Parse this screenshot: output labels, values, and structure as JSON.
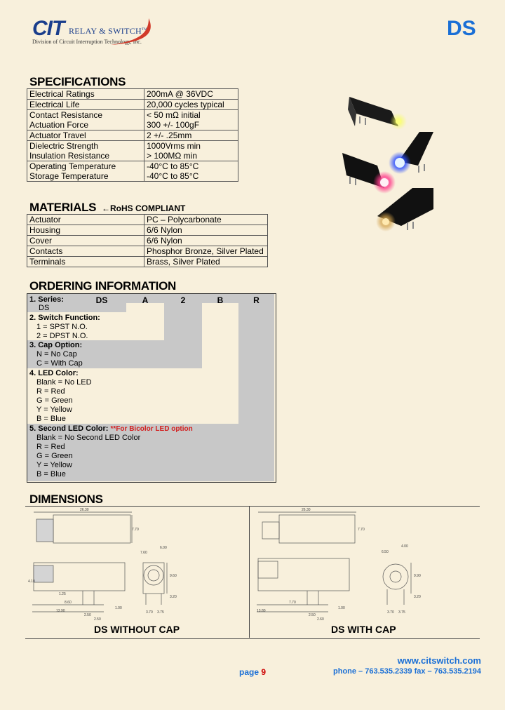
{
  "header": {
    "logo_cit": "CIT",
    "logo_rs": "RELAY & SWITCH",
    "logo_tm": "TM",
    "logo_division": "Division of Circuit Interruption Technology, Inc.",
    "series": "DS"
  },
  "specifications": {
    "title": "SPECIFICATIONS",
    "rows": [
      [
        "Electrical Ratings",
        "200mA @ 36VDC"
      ],
      [
        "Electrical Life",
        "20,000 cycles typical"
      ],
      [
        "Contact Resistance\nActuation Force",
        "< 50 mΩ initial\n300 +/- 100gF"
      ],
      [
        "Actuator Travel",
        "2 +/- .25mm"
      ],
      [
        "Dielectric Strength\nInsulation Resistance",
        "1000Vrms min\n> 100MΩ min"
      ],
      [
        "Operating Temperature\nStorage Temperature",
        "-40°C  to  85°C\n-40°C  to  85°C"
      ]
    ]
  },
  "materials": {
    "title": "MATERIALS",
    "subtitle": "←RoHS COMPLIANT",
    "rows": [
      [
        "Actuator",
        "PC – Polycarbonate"
      ],
      [
        "Housing",
        "6/6 Nylon"
      ],
      [
        "Cover",
        "6/6 Nylon"
      ],
      [
        "Contacts",
        "Phosphor Bronze, Silver Plated"
      ],
      [
        "Terminals",
        "Brass, Silver Plated"
      ]
    ]
  },
  "ordering": {
    "title": "ORDERING INFORMATION",
    "columns": [
      "DS",
      "A",
      "2",
      "B",
      "R"
    ],
    "s1_label": "1. Series:",
    "s1_value": "DS",
    "s2_label": "2. Switch Function:",
    "s2_opt1": "1 = SPST N.O.",
    "s2_opt2": "2 = DPST N.O.",
    "s3_label": "3. Cap Option:",
    "s3_opt1": "N = No Cap",
    "s3_opt2": "C = With Cap",
    "s4_label": "4. LED Color:",
    "s4_opt1": "Blank = No LED",
    "s4_opt2": "R = Red",
    "s4_opt3": "G = Green",
    "s4_opt4": "Y = Yellow",
    "s4_opt5": "B = Blue",
    "s5_label": "5. Second LED Color:",
    "s5_note": "**For Bicolor LED option",
    "s5_opt1": "Blank = No Second LED Color",
    "s5_opt2": "R = Red",
    "s5_opt3": "G = Green",
    "s5_opt4": "Y = Yellow",
    "s5_opt5": "B = Blue"
  },
  "dimensions": {
    "title": "DIMENSIONS",
    "left_caption": "DS WITHOUT CAP",
    "right_caption": "DS WITH CAP",
    "left_labels": {
      "width": "26.30",
      "height": "7.70",
      "d1": "7.60",
      "d2": "6.00",
      "side": "4.10",
      "d3": "1.25",
      "d4": "8.60",
      "d5": "13.90",
      "d6": "2.50",
      "d7": "2.50",
      "d8": "1.00",
      "d9": "9.60",
      "d10": "3.20",
      "d11": "3.70",
      "d12": "3.75"
    },
    "right_labels": {
      "width": "26.30",
      "height": "7.70",
      "d1": "6.50",
      "d2": "4.00",
      "d3": "7.70",
      "d4": "13.80",
      "d5": "2.50",
      "d6": "2.60",
      "d7": "1.00",
      "d8": "9.90",
      "d9": "3.20",
      "d10": "3.70",
      "d11": "3.75"
    }
  },
  "photo_caption": "",
  "footer": {
    "url": "www.citswitch.com",
    "page_label": "page",
    "page_number": "9",
    "phone": "phone – 763.535.2339   fax – 763.535.2194"
  },
  "colors": {
    "background": "#f8f0dc",
    "brand_blue": "#1a3e8c",
    "accent_blue": "#1a6fd6",
    "accent_red": "#d21d1d",
    "order_gray": "#c8c8c8"
  }
}
